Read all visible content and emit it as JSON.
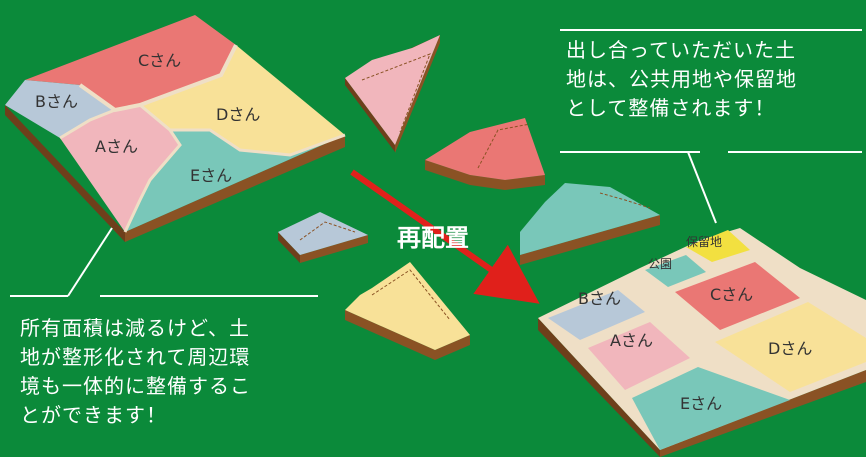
{
  "colors": {
    "background": "#0b8a3a",
    "parcel_c": "#ea7774",
    "parcel_b": "#b7c8d8",
    "parcel_a": "#f1b6bc",
    "parcel_d": "#f8e198",
    "parcel_e": "#79c7b9",
    "road": "#efdfc6",
    "reserve": "#f2e040",
    "soil": "#8a5224",
    "arrow": "#e0201b"
  },
  "before": {
    "labels": {
      "c": "Cさん",
      "b": "Bさん",
      "a": "Aさん",
      "d": "Dさん",
      "e": "Eさん"
    }
  },
  "after": {
    "labels": {
      "reserve": "保留地",
      "park": "公園",
      "b": "Bさん",
      "c": "Cさん",
      "a": "Aさん",
      "d": "Dさん",
      "e": "Eさん"
    }
  },
  "center_label": "再配置",
  "note_top_right": "出し合っていただいた土\n地は、公共用地や保留地\nとして整備されます！",
  "note_bottom_left": "所有面積は減るけど、土\n地が整形化されて周辺環\n境も一体的に整備するこ\nとができます！"
}
